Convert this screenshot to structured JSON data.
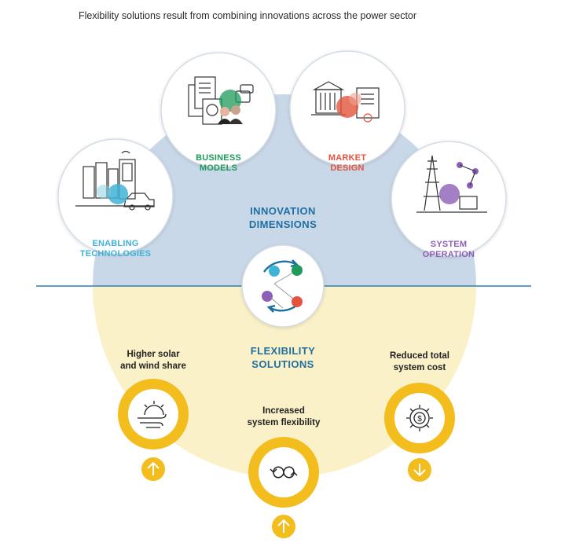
{
  "title": "Flexibility solutions result from combining innovations across the power sector",
  "dimensions": {
    "enabling": {
      "line1": "ENABLING",
      "line2": "TECHNOLOGIES"
    },
    "business": {
      "line1": "BUSINESS",
      "line2": "MODELS"
    },
    "market": {
      "line1": "MARKET",
      "line2": "DESIGN"
    },
    "system": {
      "line1": "SYSTEM",
      "line2": "OPERATION"
    }
  },
  "center": {
    "innovation": {
      "line1": "INNOVATION",
      "line2": "DIMENSIONS"
    },
    "flexibility": {
      "line1": "FLEXIBILITY",
      "line2": "SOLUTIONS"
    }
  },
  "outcomes": {
    "solar": {
      "line1": "Higher solar",
      "line2": "and wind share",
      "direction": "up"
    },
    "flex": {
      "line1": "Increased",
      "line2": "system flexibility",
      "direction": "up"
    },
    "cost": {
      "line1": "Reduced total",
      "line2": "system cost",
      "direction": "down"
    }
  },
  "colors": {
    "innovation_bg": "#c9d8e8",
    "flexibility_bg": "#fbf1c8",
    "divider": "#2e7fb0",
    "enabling": "#3fb3d6",
    "business": "#1e9a5a",
    "market": "#e2543c",
    "system": "#8e5fb6",
    "gold": "#f2bd1d",
    "gold_dark": "#e0a90c"
  },
  "icons": {
    "enabling": "battery-ev-icon",
    "business": "documents-people-icon",
    "market": "building-documents-icon",
    "system": "pylon-network-icon",
    "cycle": "cycle-icon",
    "solar": "sun-wind-icon",
    "flex": "infinity-arrows-icon",
    "cost": "gear-dollar-icon"
  }
}
